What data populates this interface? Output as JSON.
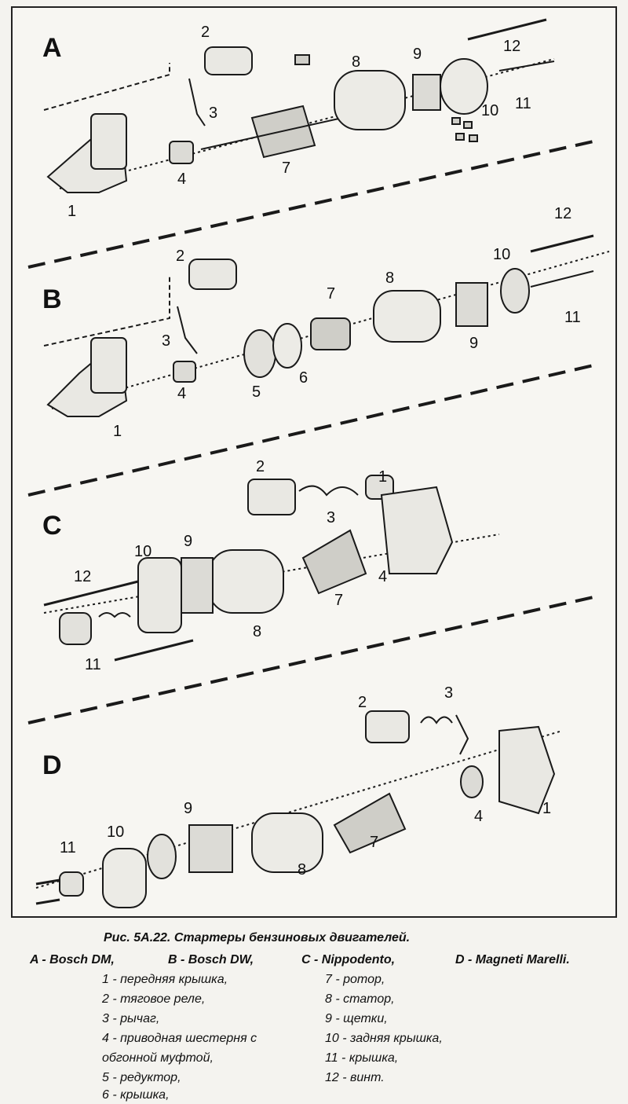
{
  "sections": [
    {
      "letter": "A",
      "numbers": [
        "2",
        "12",
        "8",
        "9",
        "3",
        "11",
        "10",
        "7",
        "4",
        "1"
      ]
    },
    {
      "letter": "B",
      "numbers": [
        "12",
        "2",
        "8",
        "10",
        "7",
        "3",
        "11",
        "9",
        "4",
        "5",
        "6",
        "1"
      ]
    },
    {
      "letter": "C",
      "numbers": [
        "2",
        "1",
        "3",
        "10",
        "9",
        "12",
        "4",
        "7",
        "8",
        "11"
      ]
    },
    {
      "letter": "D",
      "numbers": [
        "2",
        "3",
        "1",
        "4",
        "9",
        "10",
        "11",
        "7",
        "8"
      ]
    }
  ],
  "caption": {
    "title": "Рис. 5А.22. Стартеры бензиновых двигателей.",
    "manufacturers": [
      "A - Bosch DM,",
      "B - Bosch DW,",
      "C - Nippodento,",
      "D - Magneti Marelli."
    ],
    "legend_left": [
      "1 - передняя крышка,",
      "2 - тяговое реле,",
      "3 - рычаг,",
      "4 - приводная шестерня с",
      "обгонной муфтой,",
      "5 - редуктор,",
      "6 - крышка,"
    ],
    "legend_right": [
      "7 - ротор,",
      "8 - статор,",
      "9 - щетки,",
      "10 - задняя крышка,",
      "11 - крышка,",
      "12 - винт."
    ]
  }
}
